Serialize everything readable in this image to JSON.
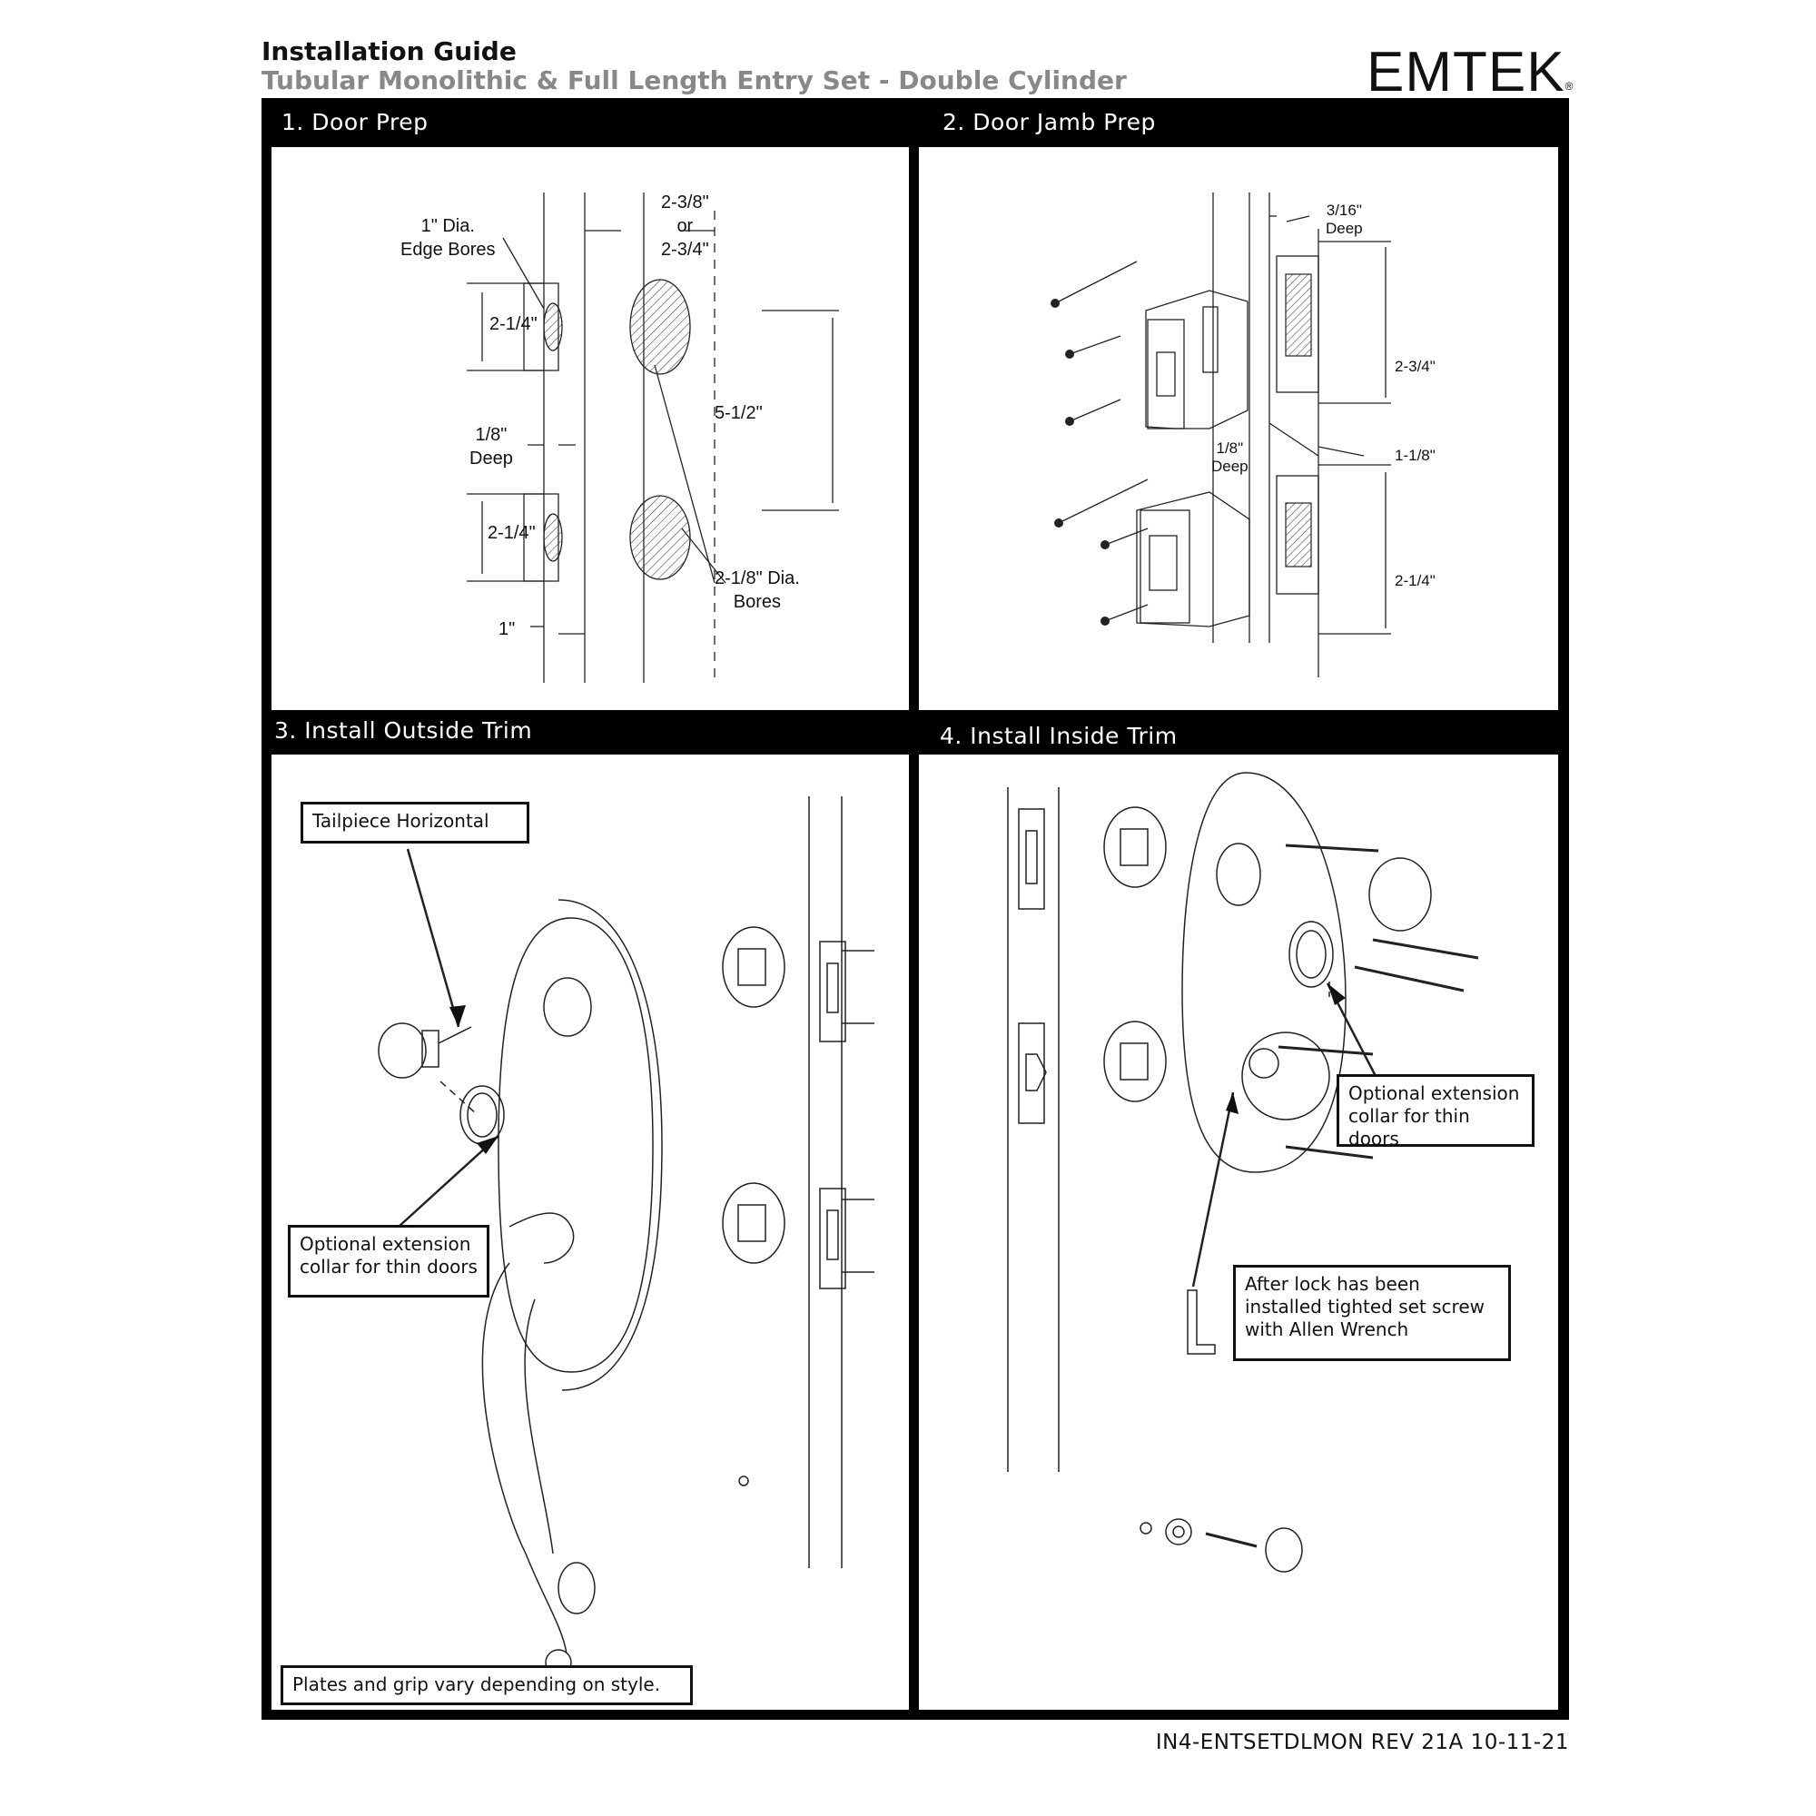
{
  "header": {
    "title": "Installation Guide",
    "subtitle": "Tubular Monolithic & Full Length Entry Set - Double Cylinder",
    "logo": "EMTEK",
    "logo_mark": "®"
  },
  "panels": [
    {
      "title": "1. Door Prep",
      "labels": {
        "edge_bores": "1\" Dia.\nEdge Bores",
        "backset": "2-3/8\"\nor\n2-3/4\"",
        "dim_top": "2-1/4\"",
        "depth": "1/8\"\nDeep",
        "spacing": "5-1/2\"",
        "dim_bottom": "2-1/4\"",
        "bores": "2-1/8\" Dia.\nBores",
        "edge": "1\""
      }
    },
    {
      "title": "2. Door Jamb Prep",
      "labels": {
        "deep_top": "3/16\"\nDeep",
        "dim_top": "2-3/4\"",
        "depth": "1/8\"\nDeep",
        "width": "1-1/8\"",
        "dim_bottom": "2-1/4\""
      }
    },
    {
      "title": "3. Install Outside Trim",
      "callouts": {
        "tailpiece": "Tailpiece Horizontal",
        "collar": "Optional extension\ncollar for thin doors",
        "note": "Plates and grip vary depending on style."
      }
    },
    {
      "title": "4. Install Inside Trim",
      "callouts": {
        "collar": "Optional extension\ncollar for thin doors",
        "wrench": "After lock has been\ninstalled tighted set screw\nwith Allen Wrench"
      }
    }
  ],
  "footer": {
    "doc_id": "IN4-ENTSETDLMON  REV 21A 10-11-21"
  }
}
